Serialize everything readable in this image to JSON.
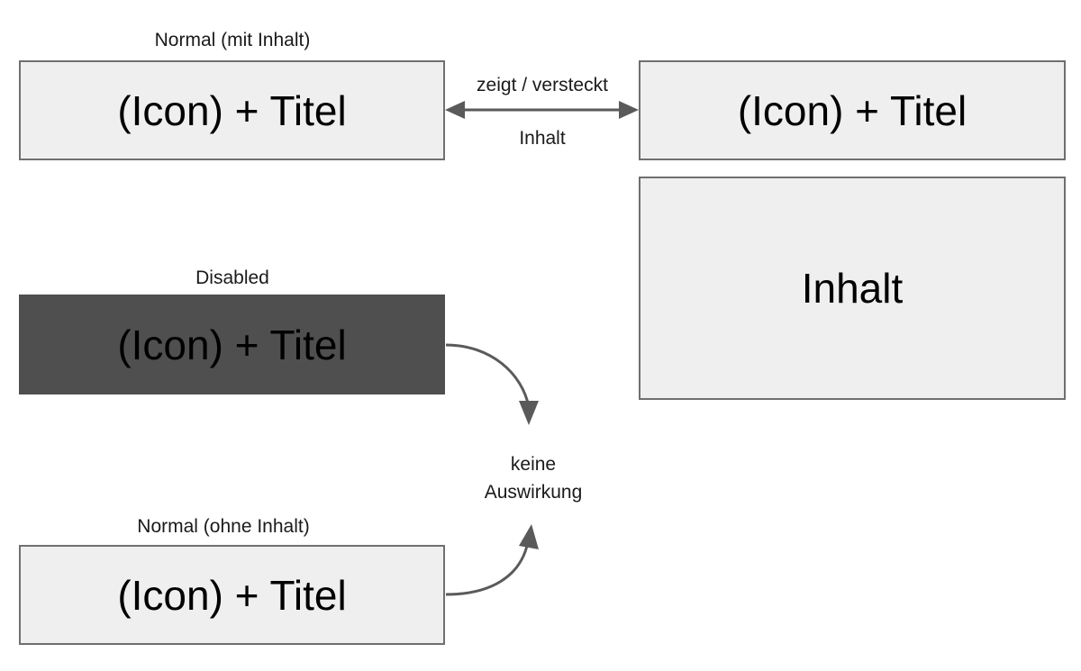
{
  "states": {
    "normal_with_content": {
      "caption": "Normal (mit Inhalt)",
      "header_label": "(Icon) + Titel"
    },
    "expanded": {
      "header_label": "(Icon) + Titel",
      "content_label": "Inhalt"
    },
    "disabled": {
      "caption": "Disabled",
      "header_label": "(Icon) + Titel"
    },
    "normal_without_content": {
      "caption": "Normal (ohne Inhalt)",
      "header_label": "(Icon) + Titel"
    }
  },
  "toggle_arrow": {
    "label_top": "zeigt / versteckt",
    "label_bottom": "Inhalt"
  },
  "no_effect": {
    "line1": "keine",
    "line2": "Auswirkung"
  },
  "colors": {
    "box_fill": "#efefef",
    "box_border": "#6f6f6f",
    "disabled_fill": "#4f4f4f",
    "arrow": "#5a5a5a"
  }
}
